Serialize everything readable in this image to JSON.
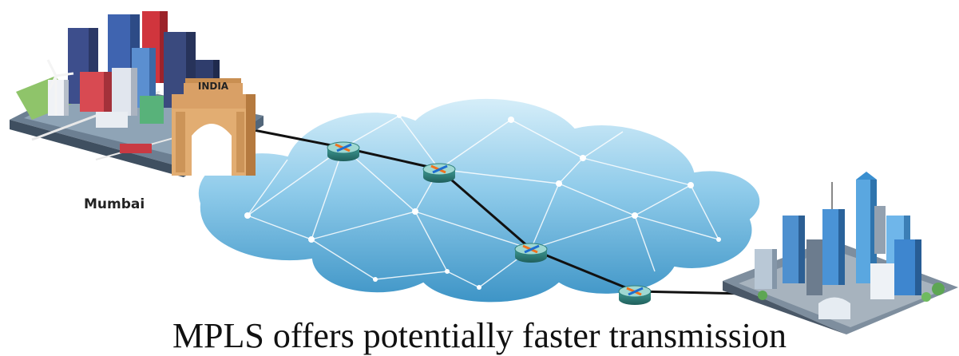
{
  "labels": {
    "left_city": "Mumbai",
    "monument_sign": "INDIA",
    "caption": "MPLS offers potentially faster transmission"
  },
  "colors": {
    "cloud_light": "#bfe3f6",
    "cloud_dark": "#4fa3d1",
    "link": "#111111",
    "router_top": "#9fd8d2",
    "router_side": "#2f7f7a",
    "arrow_orange": "#f0721e",
    "arrow_blue": "#1e6fd0"
  },
  "routers": [
    "router-1",
    "router-2",
    "router-3",
    "router-4"
  ],
  "icons": {
    "router": "mpls-router-icon",
    "left_city": "mumbai-city-icon",
    "right_city": "destination-city-icon",
    "monument": "india-gate-icon"
  }
}
